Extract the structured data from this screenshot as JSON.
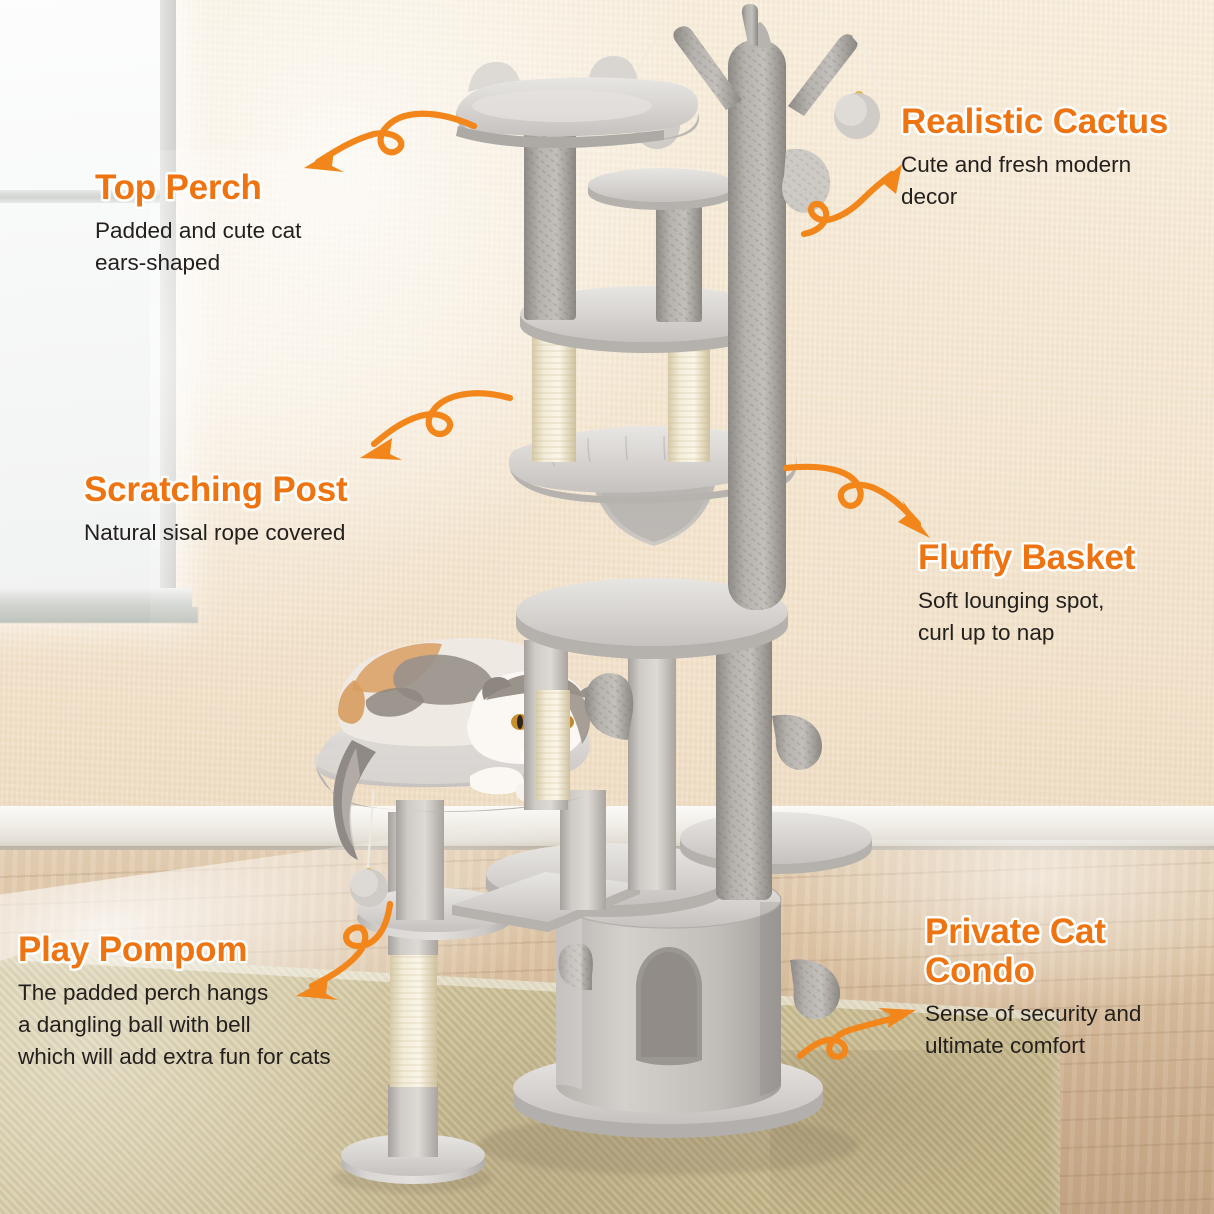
{
  "scene": {
    "product": "cat tree tower",
    "pet": "calico cat",
    "colors": {
      "accent_orange": "#ee7412",
      "body_text": "#231f1d",
      "wall_cream": "#f6ead7",
      "plush_grey": "#cfcbc9",
      "sisal_cream": "#efe6cf",
      "rug_beige": "#c9bc94",
      "floor_wood": "#d5bb9a"
    }
  },
  "callouts": [
    {
      "id": "top-perch",
      "title": "Top Perch",
      "body": "Padded and cute cat\near﻿s-shaped",
      "arrow": "arrow-top-perch"
    },
    {
      "id": "realistic-cactus",
      "title": "Realistic Cactus",
      "body": "Cute and fresh modern\ndecor",
      "arrow": "arrow-realistic-cactus"
    },
    {
      "id": "scratching-post",
      "title": "Scratching Post",
      "body": "Natural sisal rope covered",
      "arrow": "arrow-scratching-post"
    },
    {
      "id": "fluffy-basket",
      "title": "Fluffy Basket",
      "body": "Soft lounging spot,\ncurl up to nap",
      "arrow": "arrow-fluffy-basket"
    },
    {
      "id": "play-pompom",
      "title": "Play Pompom",
      "body": "The padded perch hangs\na dangling ball with bell\nwhich will add extra fun for cats",
      "arrow": "arrow-play-pompom"
    },
    {
      "id": "private-cat-condo",
      "title": "Private Cat\nCondo",
      "body": "Sense of security and\nultimate comfort",
      "arrow": "arrow-private-cat-condo"
    }
  ],
  "labels": {
    "top_perch_title": "Top Perch",
    "top_perch_body": "Padded and cute cat\nears-shaped",
    "cactus_title": "Realistic Cactus",
    "cactus_body": "Cute and fresh modern\ndecor",
    "scratch_title": "Scratching Post",
    "scratch_body": "Natural sisal rope covered",
    "basket_title": "Fluffy Basket",
    "basket_body": "Soft lounging spot,\ncurl up to nap",
    "pompom_title": "Play Pompom",
    "pompom_body": "The padded perch hangs\na dangling ball with bell\nwhich will add extra fun for cats",
    "condo_title": "Private Cat\nCondo",
    "condo_body": "Sense of security and\nultimate comfort"
  }
}
